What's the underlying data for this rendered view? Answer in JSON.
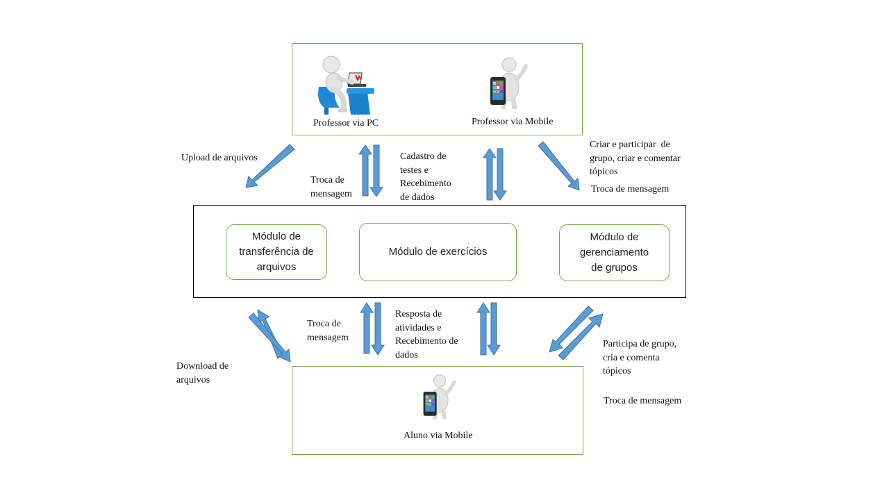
{
  "top_box": {
    "professor_pc_label": "Professor via PC",
    "professor_mobile_label": "Professor via Mobile"
  },
  "middle_box": {
    "module_files_line1": "Módulo de",
    "module_files_line2": "transferência de",
    "module_files_line3": "arquivos",
    "module_exercises": "Módulo de exercícios",
    "module_groups_line1": "Módulo de",
    "module_groups_line2": "gerenciamento",
    "module_groups_line3": "de grupos"
  },
  "bottom_box": {
    "aluno_mobile_label": "Aluno via Mobile"
  },
  "labels": {
    "upload": "Upload de arquivos",
    "troca_top_line1": "Troca de",
    "troca_top_line2": "mensagem",
    "cadastro_line1": "Cadastro de",
    "cadastro_line2": "testes e",
    "cadastro_line3": "Recebimento",
    "cadastro_line4": "de dados",
    "criar_line1": "Criar e participar  de",
    "criar_line2": "grupo, criar e comentar",
    "criar_line3": "tópicos",
    "troca_right_top": "Troca de mensagem",
    "download_line1": "Download de",
    "download_line2": "arquivos",
    "troca_bottom_line1": "Troca de",
    "troca_bottom_line2": "mensagem",
    "resposta_line1": "Resposta de",
    "resposta_line2": "atividades e",
    "resposta_line3": "Recebimento de",
    "resposta_line4": "dados",
    "participa_line1": "Participa de grupo,",
    "participa_line2": "cria e comenta",
    "participa_line3": "tópicos",
    "troca_right_bottom": "Troca de mensagem"
  },
  "colors": {
    "arrow_fill": "#5b9bd5",
    "arrow_stroke": "#41719c",
    "green_border": "#70ad47"
  },
  "icons": [
    "person-at-laptop-icon",
    "person-with-phone-icon",
    "person-with-phone-icon"
  ]
}
